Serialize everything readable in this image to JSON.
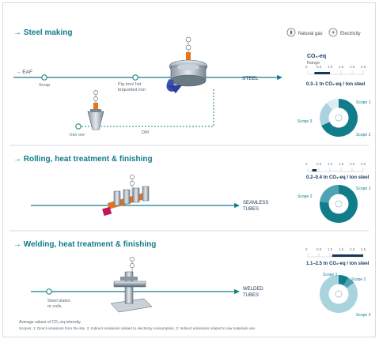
{
  "legend": {
    "gas_label": "Natural gas",
    "electricity_label": "Electricity"
  },
  "sections": [
    {
      "title": "→ Steel making",
      "process": {
        "eaf": "→ EAF",
        "scrap": "Scrap",
        "pig_iron_1": "Pig iron/ hot",
        "pig_iron_2": "briquetted iron",
        "iron_ore": "Iron ore",
        "dri": "DRI",
        "output": "STEEL"
      },
      "co2_title": "CO₂-eq",
      "range_label": "Range",
      "scale_ticks": [
        "0",
        "0.5",
        "1.0",
        "1.5",
        "2.0",
        "2.5"
      ],
      "range_text": "0.3–1 tn CO₂-eq / ton steel",
      "range": [
        0.3,
        1.0
      ],
      "scopes": {
        "scope1": "Scope 1",
        "scope2": "Scope 2",
        "scope3": "Scope 3"
      }
    },
    {
      "title": "→ Rolling, heat treatment & finishing",
      "process": {
        "output_1": "SEAMLESS",
        "output_2": "TUBES"
      },
      "scale_ticks": [
        "0",
        "0.5",
        "1.0",
        "1.5",
        "2.0",
        "2.5"
      ],
      "range_text": "0.2–0.4 tn CO₂-eq / ton steel",
      "range": [
        0.2,
        0.4
      ],
      "scopes": {
        "scope1": "Scope 1",
        "scope2": "Scope 2"
      }
    },
    {
      "title": "→ Welding, heat treatment & finishing",
      "process": {
        "input_1": "Steel plates",
        "input_2": "or coils",
        "output_1": "WELDED",
        "output_2": "TUBES"
      },
      "scale_ticks": [
        "0",
        "0.5",
        "1.0",
        "1.5",
        "2.0",
        "2.5"
      ],
      "range_text": "1.1–2.5 tn CO₂-eq / ton steel",
      "range": [
        1.1,
        2.5
      ],
      "scopes": {
        "scope1": "Scope 1",
        "scope2": "Scope 2",
        "scope3": "Scope 3"
      }
    }
  ],
  "footnote": {
    "line1": "Average values of CO₂-eq intensity.",
    "line2": "Scopes: 1: Direct emissions from the site. 2: Indirect emissions related to electricity consumption. 3: Indirect emissions related to raw materials use."
  },
  "colors": {
    "teal": "#117d8a",
    "mid_teal": "#4fa3b3",
    "light_teal": "#a9d3dd",
    "pale_teal": "#dcedf1",
    "orange": "#e8731f",
    "magenta": "#c2185b",
    "dark_text": "#1a3b5c",
    "navy": "#16365c"
  }
}
